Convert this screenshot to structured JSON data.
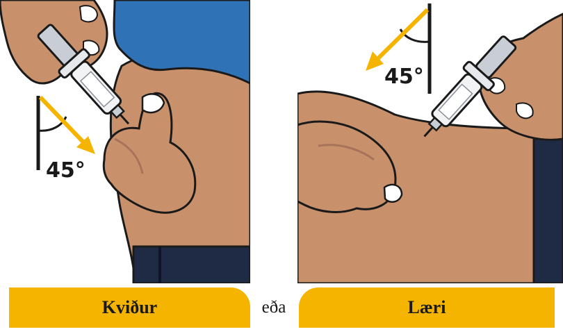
{
  "illustrations": {
    "left": {
      "angle_label": "45°",
      "site": "abdomen"
    },
    "right": {
      "angle_label": "45°",
      "site": "thigh"
    }
  },
  "labels": {
    "left": "Kviður",
    "conjunction": "eða",
    "right": "Læri"
  },
  "colors": {
    "skin": "#c8916b",
    "skin_shadow": "#a8735a",
    "shirt": "#2f72b5",
    "trousers": "#1f2a44",
    "arrow": "#f5b400",
    "tab": "#f5b400",
    "outline": "#1a1a1a"
  }
}
